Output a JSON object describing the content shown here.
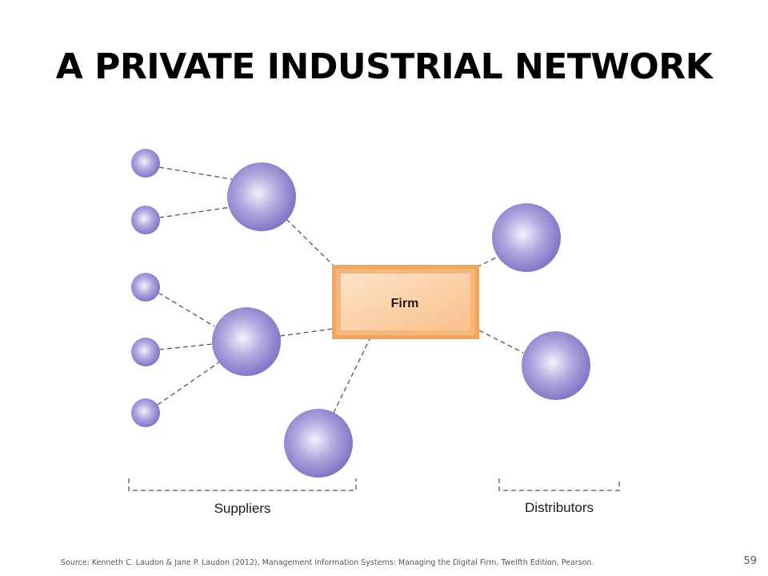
{
  "slide": {
    "title": "A PRIVATE INDUSTRIAL NETWORK",
    "source": "Source: Kenneth C. Laudon & Jane P. Laudon (2012), Management Information  Systems: Managing the Digital Firm, Twelfth Edition, Pearson.",
    "page_number": "59"
  },
  "diagram": {
    "center_label": "Firm",
    "suppliers_label": "Suppliers",
    "distributors_label": "Distributors",
    "colors": {
      "node_fill": "#9b8fd3",
      "node_highlight": "#f4f2fc",
      "node_dark": "#6e5fb8",
      "firm_fill": "#f8c593",
      "firm_border": "#f2a35c",
      "connector": "#555555"
    }
  }
}
